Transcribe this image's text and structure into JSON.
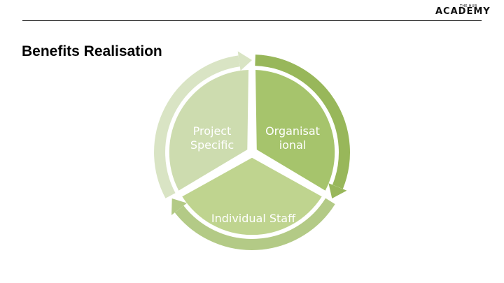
{
  "header": {
    "logo_small_text": "THE HUB",
    "logo_text": "ACADEMY"
  },
  "slide": {
    "title": "Benefits Realisation"
  },
  "cycle": {
    "segments": [
      {
        "label": "Project\nSpecific",
        "color": "#cddcaf",
        "arrow_color": "#d9e4c4"
      },
      {
        "label": "Organisat\nional",
        "color": "#a6c46c",
        "arrow_color": "#98b75a"
      },
      {
        "label": "Individual Staff",
        "color": "#bfd48f",
        "arrow_color": "#b3ca86"
      }
    ]
  }
}
